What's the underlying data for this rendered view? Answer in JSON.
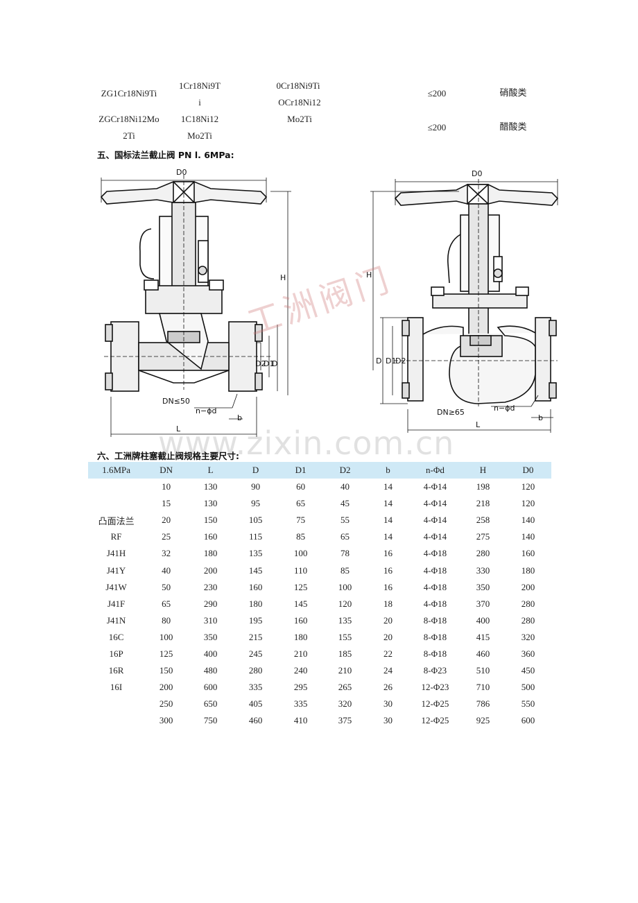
{
  "material_rows": [
    {
      "body": "ZG1Cr18Ni9Ti",
      "stem_line1": "1Cr18Ni9T",
      "stem_line2": "i",
      "trim_line1": "0Cr18Ni9Ti",
      "trim_line2": "OCr18Ni12",
      "temp": "≤200",
      "medium": "硝酸类"
    },
    {
      "body_line1": "ZGCr18Ni12Mo",
      "body_line2": "2Ti",
      "stem_line1": "1C18Ni12",
      "stem_line2": "Mo2Ti",
      "trim": "Mo2Ti",
      "temp": "≤200",
      "medium": "醋酸类"
    }
  ],
  "section5": {
    "title": "五、国标法兰截止阀 PN l. 6MPa:"
  },
  "drawing_left": {
    "labels": {
      "D0": "D0",
      "H": "H",
      "D2": "D2",
      "D1": "D1",
      "D": "D",
      "dn": "DN≤50",
      "bolt": "n−ϕd",
      "b": "b",
      "L": "L"
    }
  },
  "drawing_right": {
    "labels": {
      "D0": "D0",
      "H": "H",
      "D": "D",
      "D1": "D1",
      "D2": "D2",
      "dn": "DN≥65",
      "bolt": "n−ϕd",
      "b": "b",
      "L": "L"
    }
  },
  "watermark": {
    "text": "www.zixin.com.cn",
    "brand": "工洲阀门"
  },
  "section6": {
    "title": "六、工洲牌柱塞截止阀规格主要尺寸:"
  },
  "spec_table": {
    "headers": [
      "1.6MPa",
      "DN",
      "L",
      "D",
      "D1",
      "D2",
      "b",
      "n-Φd",
      "H",
      "D0"
    ],
    "side_labels": [
      "",
      "",
      "凸面法兰",
      "RF",
      "J41H",
      "J41Y",
      "J41W",
      "J41F",
      "J41N",
      "16C",
      "16P",
      "16R",
      "16I",
      "",
      ""
    ],
    "rows": [
      [
        "10",
        "130",
        "90",
        "60",
        "40",
        "14",
        "4-Φ14",
        "198",
        "120"
      ],
      [
        "15",
        "130",
        "95",
        "65",
        "45",
        "14",
        "4-Φ14",
        "218",
        "120"
      ],
      [
        "20",
        "150",
        "105",
        "75",
        "55",
        "14",
        "4-Φ14",
        "258",
        "140"
      ],
      [
        "25",
        "160",
        "115",
        "85",
        "65",
        "14",
        "4-Φ14",
        "275",
        "140"
      ],
      [
        "32",
        "180",
        "135",
        "100",
        "78",
        "16",
        "4-Φ18",
        "280",
        "160"
      ],
      [
        "40",
        "200",
        "145",
        "110",
        "85",
        "16",
        "4-Φ18",
        "330",
        "180"
      ],
      [
        "50",
        "230",
        "160",
        "125",
        "100",
        "16",
        "4-Φ18",
        "350",
        "200"
      ],
      [
        "65",
        "290",
        "180",
        "145",
        "120",
        "18",
        "4-Φ18",
        "370",
        "280"
      ],
      [
        "80",
        "310",
        "195",
        "160",
        "135",
        "20",
        "8-Φ18",
        "400",
        "280"
      ],
      [
        "100",
        "350",
        "215",
        "180",
        "155",
        "20",
        "8-Φ18",
        "415",
        "320"
      ],
      [
        "125",
        "400",
        "245",
        "210",
        "185",
        "22",
        "8-Φ18",
        "460",
        "360"
      ],
      [
        "150",
        "480",
        "280",
        "240",
        "210",
        "24",
        "8-Φ23",
        "510",
        "450"
      ],
      [
        "200",
        "600",
        "335",
        "295",
        "265",
        "26",
        "12-Φ23",
        "710",
        "500"
      ],
      [
        "250",
        "650",
        "405",
        "335",
        "320",
        "30",
        "12-Φ25",
        "786",
        "550"
      ],
      [
        "300",
        "750",
        "460",
        "410",
        "375",
        "30",
        "12-Φ25",
        "925",
        "600"
      ]
    ]
  }
}
